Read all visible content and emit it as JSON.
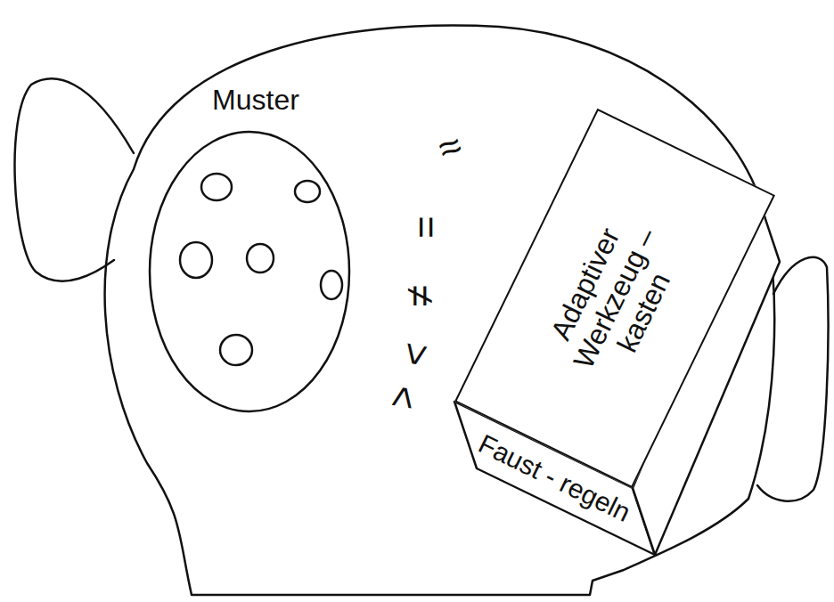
{
  "diagram": {
    "nodes": [
      {
        "text": [
          "Muster"
        ]
      },
      {
        "text": [
          "Adaptiver Werkzeug – kasten"
        ]
      },
      {
        "text": [
          "Faust - regeln"
        ]
      }
    ],
    "labels": [
      "≈",
      "=",
      "≠",
      "<",
      ">"
    ]
  }
}
